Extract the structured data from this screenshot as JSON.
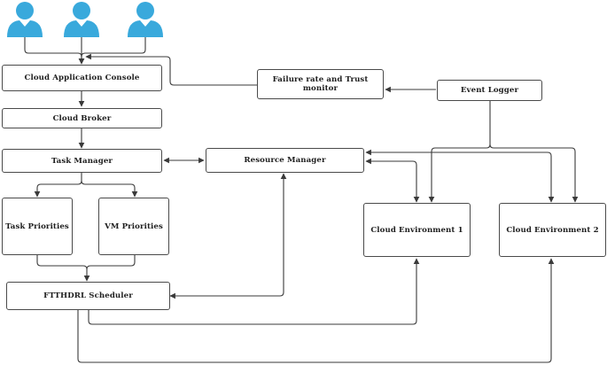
{
  "colors": {
    "user_icon": "#39a9dc",
    "user_icon_dark": "#2d8fbf",
    "line": "#3a3a3a",
    "box_border": "#4a4a4a"
  },
  "users": [
    {
      "icon": "user-icon"
    },
    {
      "icon": "user-icon"
    },
    {
      "icon": "user-icon"
    }
  ],
  "nodes": {
    "cloud_console": "Cloud Application Console",
    "cloud_broker": "Cloud Broker",
    "task_manager": "Task Manager",
    "resource_manager": "Resource Manager",
    "failure_monitor": "Failure rate and Trust monitor",
    "event_logger": "Event Logger",
    "task_priorities": "Task Priorities",
    "vm_priorities": "VM Priorities",
    "ftthdrl_scheduler": "FTTHDRL Scheduler",
    "cloud_env_1": "Cloud Environment 1",
    "cloud_env_2": "Cloud Environment 2"
  }
}
